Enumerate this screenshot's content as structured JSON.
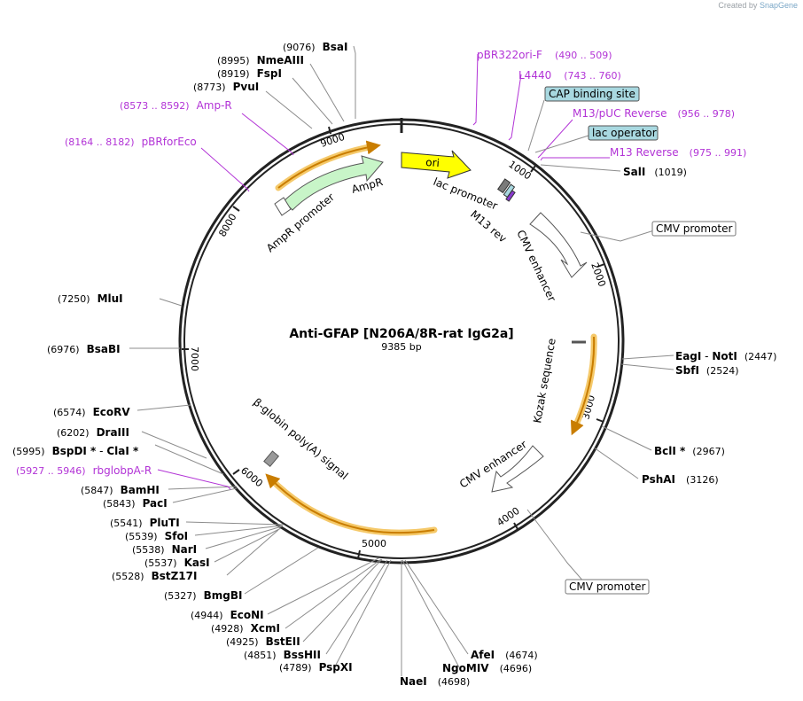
{
  "credit": {
    "prefix": "Created by",
    "brand": "SnapGene"
  },
  "plasmid": {
    "name": "Anti-GFAP [N206A/8R-rat IgG2a]",
    "size_label": "9385 bp",
    "total_bp": 9385
  },
  "ticks": [
    {
      "bp": 1000,
      "label": "1000"
    },
    {
      "bp": 2000,
      "label": "2000"
    },
    {
      "bp": 3000,
      "label": "3000"
    },
    {
      "bp": 4000,
      "label": "4000"
    },
    {
      "bp": 5000,
      "label": "5000"
    },
    {
      "bp": 6000,
      "label": "6000"
    },
    {
      "bp": 7000,
      "label": "7000"
    },
    {
      "bp": 8000,
      "label": "8000"
    },
    {
      "bp": 9000,
      "label": "9000"
    }
  ],
  "sites": [
    {
      "name": "BsaI",
      "pos": "(9076)"
    },
    {
      "name": "NmeAIII",
      "pos": "(8995)"
    },
    {
      "name": "FspI",
      "pos": "(8919)"
    },
    {
      "name": "PvuI",
      "pos": "(8773)"
    },
    {
      "name": "SalI",
      "pos": "(1019)"
    },
    {
      "name": "MluI",
      "pos": "(7250)"
    },
    {
      "name": "BsaBI",
      "pos": "(6976)"
    },
    {
      "name": "EagI",
      "sep": " - ",
      "name2": "NotI",
      "pos": "(2447)"
    },
    {
      "name": "SbfI",
      "pos": "(2524)"
    },
    {
      "name": "EcoRV",
      "pos": "(6574)"
    },
    {
      "name": "DraIII",
      "pos": "(6202)"
    },
    {
      "name": "BspDI *",
      "sep": " - ",
      "name2": "ClaI *",
      "pos": "(5995)"
    },
    {
      "name": "BclI *",
      "pos": "(2967)"
    },
    {
      "name": "PshAI",
      "pos": "(3126)"
    },
    {
      "name": "BamHI",
      "pos": "(5847)"
    },
    {
      "name": "PacI",
      "pos": "(5843)"
    },
    {
      "name": "PluTI",
      "pos": "(5541)"
    },
    {
      "name": "SfoI",
      "pos": "(5539)"
    },
    {
      "name": "NarI",
      "pos": "(5538)"
    },
    {
      "name": "KasI",
      "pos": "(5537)"
    },
    {
      "name": "BstZ17I",
      "pos": "(5528)"
    },
    {
      "name": "BmgBI",
      "pos": "(5327)"
    },
    {
      "name": "EcoNI",
      "pos": "(4944)"
    },
    {
      "name": "XcmI",
      "pos": "(4928)"
    },
    {
      "name": "BstEII",
      "pos": "(4925)"
    },
    {
      "name": "BssHII",
      "pos": "(4851)"
    },
    {
      "name": "PspXI",
      "pos": "(4789)"
    },
    {
      "name": "AfeI",
      "pos": "(4674)"
    },
    {
      "name": "NgoMIV",
      "pos": "(4696)"
    },
    {
      "name": "NaeI",
      "pos": "(4698)"
    }
  ],
  "primers": [
    {
      "name": "pBR322ori-F",
      "range": "(490 .. 509)"
    },
    {
      "name": "L4440",
      "range": "(743 .. 760)"
    },
    {
      "name": "M13/pUC Reverse",
      "range": "(956 .. 978)"
    },
    {
      "name": "M13 Reverse",
      "range": "(975 .. 991)"
    },
    {
      "name": "Amp-R",
      "range": "(8573 .. 8592)"
    },
    {
      "name": "pBRforEco",
      "range": "(8164 .. 8182)"
    },
    {
      "name": "rbglobpA-R",
      "range": "(5927 .. 5946)"
    }
  ],
  "boxed_features": [
    "CAP binding site",
    "lac operator",
    "CMV promoter",
    "CMV promoter"
  ],
  "features": {
    "ori": "ori",
    "ampr": "AmpR",
    "ampr_promoter": "AmpR promoter",
    "lac_promoter": "lac promoter",
    "m13_rev": "M13 rev",
    "cmv_enhancer": "CMV enhancer",
    "kozak": "Kozak sequence",
    "betaglobin": "β-globin poly(A) signal"
  },
  "colors": {
    "backbone": "#222222",
    "site_line": "#8c8c8c",
    "primer": "#b233d6",
    "ori_fill": "#ffff00",
    "ampr_fill": "#c8f5c8",
    "boxed_fill": "#a8d8e0",
    "orf_highlight": "#f5c96a",
    "orf_core": "#c97d00"
  }
}
